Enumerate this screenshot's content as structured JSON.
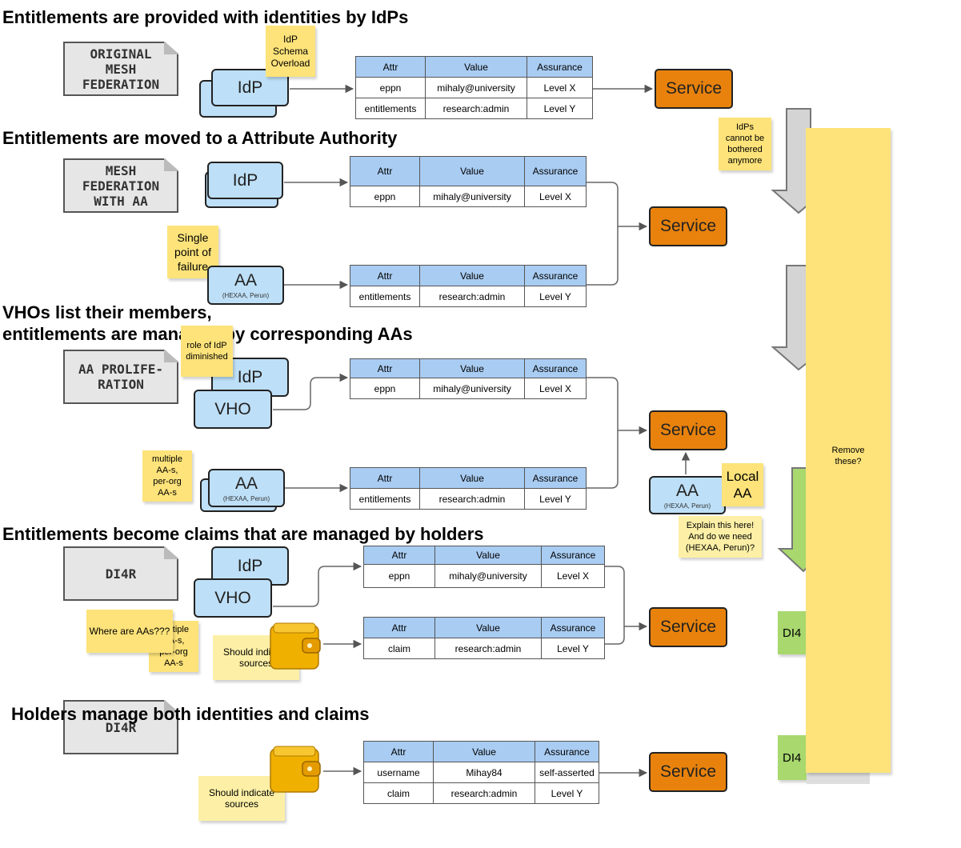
{
  "headings": {
    "h1": "Entitlements are provided with identities by IdPs",
    "h2": "Entitlements are moved to a Attribute Authority",
    "h3a": "VHOs list their members,",
    "h3b": "entitlements are managed by corresponding AAs",
    "h4": "Entitlements become claims that are managed by holders",
    "h5": "Holders manage both identities and claims"
  },
  "sketch_labels": {
    "s1": "ORIGINAL\nMESH\nFEDERATION",
    "s2": "MESH\nFEDERATION\nWITH AA",
    "s3": "AA PROLIFE-\nRATION",
    "s4": "DI4R",
    "s5": "DI4R"
  },
  "nodes": {
    "idp": "IdP",
    "vho": "VHO",
    "aa": "AA",
    "aa_sub": "(HEXAA, Perun)",
    "service": "Service"
  },
  "table_headers": [
    "Attr",
    "Value",
    "Assurance"
  ],
  "tables": {
    "t1": [
      [
        "eppn",
        "mihaly@university",
        "Level X"
      ],
      [
        "entitlements",
        "research:admin",
        "Level Y"
      ]
    ],
    "t2a": [
      [
        "eppn",
        "mihaly@university",
        "Level X"
      ]
    ],
    "t2b": [
      [
        "entitlements",
        "research:admin",
        "Level Y"
      ]
    ],
    "t3a": [
      [
        "eppn",
        "mihaly@university",
        "Level X"
      ]
    ],
    "t3b": [
      [
        "entitlements",
        "research:admin",
        "Level Y"
      ]
    ],
    "t4a": [
      [
        "eppn",
        "mihaly@university",
        "Level X"
      ]
    ],
    "t4b": [
      [
        "claim",
        "research:admin",
        "Level Y"
      ]
    ],
    "t5": [
      [
        "username",
        "Mihay84",
        "self-asserted"
      ],
      [
        "claim",
        "research:admin",
        "Level Y"
      ]
    ]
  },
  "stickies": {
    "idp_schema": "IdP\nSchema\nOverload",
    "idps_bothered": "IdPs\ncannot be\nbothered\nanymore",
    "single_point": "Single\npoint of\nfailure",
    "role_idp": "role of IdP\ndiminished",
    "multiple_aas": "multiple\nAA-s,\nper-org\nAA-s",
    "local_aa": "Local\nAA",
    "explain": "Explain this here!\nAnd do we need\n(HEXAA, Perun)?",
    "multiple_aas_2": "multiple\nAA-s,\nper-org\nAA-s",
    "where_aas": "Where are AAs???",
    "indicate_sources": "Should indicate\nsources",
    "indicate_sources_2": "Should indicate\nsources",
    "remove_these": "Remove\nthese?"
  },
  "green_notes": {
    "g1": "DI4",
    "g2": "DI4"
  },
  "colors": {
    "node_blue": "#bddff7",
    "service_orange": "#e8820c",
    "table_header": "#a9ccf2",
    "sticky_yellow": "#fde37a",
    "green_note": "#a8d86e",
    "arrow_gray": "#d0d0d0"
  }
}
